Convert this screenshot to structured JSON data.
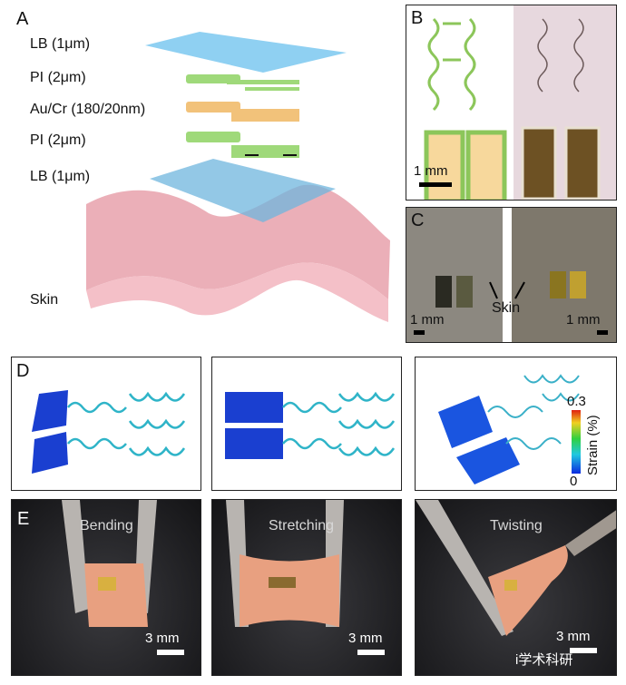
{
  "panel_a": {
    "label": "A",
    "layers": [
      "LB (1μm)",
      "PI (2μm)",
      "Au/Cr (180/20nm)",
      "PI (2μm)",
      "LB (1μm)"
    ],
    "skin": "Skin"
  },
  "panel_b": {
    "label": "B",
    "scale": "1 mm"
  },
  "panel_c": {
    "label": "C",
    "scale_left": "1 mm",
    "scale_right": "1 mm",
    "skin": "Skin"
  },
  "panel_d": {
    "label": "D",
    "colorbar": {
      "title": "Strain (%)",
      "max": "0.3",
      "min": "0"
    }
  },
  "panel_e": {
    "label": "E",
    "modes": [
      "Bending",
      "Stretching",
      "Twisting"
    ],
    "scale": "3 mm"
  },
  "watermark": "i学术科研"
}
